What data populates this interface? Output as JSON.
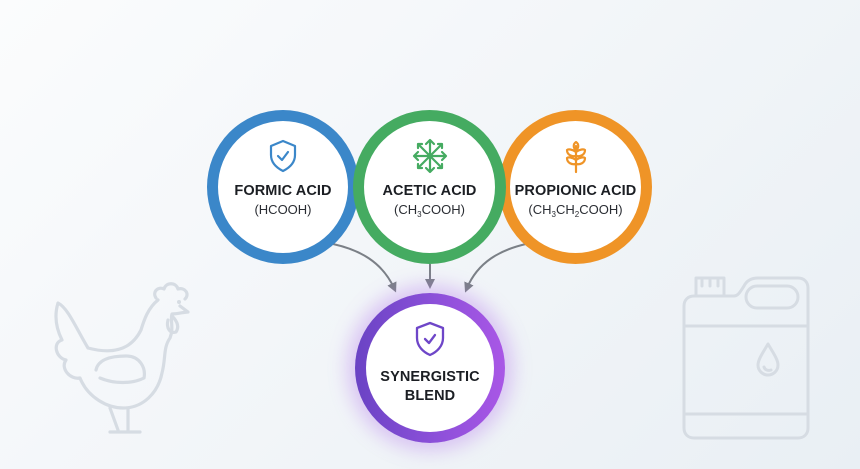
{
  "diagram": {
    "inputs": [
      {
        "id": "formic",
        "name": "FORMIC ACID",
        "formula_parts": [
          "(HCOOH)"
        ],
        "icon": "shield-check-icon",
        "color": "#3b87c9"
      },
      {
        "id": "acetic",
        "name": "ACETIC ACID",
        "formula_parts": [
          "(CH",
          "3",
          "COOH)"
        ],
        "icon": "arrows-burst-icon",
        "color": "#45ab61"
      },
      {
        "id": "propionic",
        "name": "PROPIONIC ACID",
        "formula_parts": [
          "(CH",
          "3",
          "CH",
          "2",
          "COOH)"
        ],
        "icon": "wheat-grain-icon",
        "color": "#ef9427"
      }
    ],
    "output": {
      "name": "SYNERGISTIC BLEND",
      "icon": "shield-check-icon",
      "color_start": "#6a43c4",
      "color_end": "#a957e6"
    },
    "arrow_color": "#7b8087",
    "decorations": [
      {
        "icon": "chicken-icon",
        "position": "bottom-left"
      },
      {
        "icon": "jerrycan-icon",
        "position": "bottom-right"
      }
    ]
  }
}
